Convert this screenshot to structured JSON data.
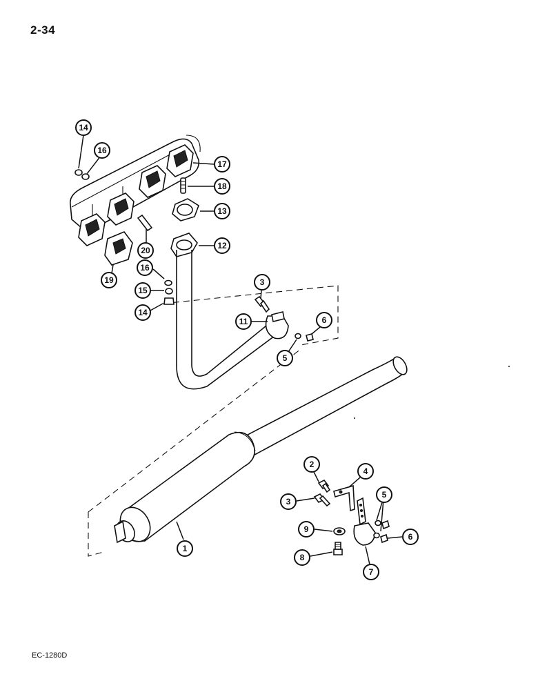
{
  "page_number": "2-34",
  "doc_code": "EC-1280D",
  "callouts": [
    {
      "id": "c14a",
      "label": "14"
    },
    {
      "id": "c16a",
      "label": "16"
    },
    {
      "id": "c17",
      "label": "17"
    },
    {
      "id": "c18",
      "label": "18"
    },
    {
      "id": "c13",
      "label": "13"
    },
    {
      "id": "c12",
      "label": "12"
    },
    {
      "id": "c20",
      "label": "20"
    },
    {
      "id": "c19",
      "label": "19"
    },
    {
      "id": "c16b",
      "label": "16"
    },
    {
      "id": "c15",
      "label": "15"
    },
    {
      "id": "c14b",
      "label": "14"
    },
    {
      "id": "c3a",
      "label": "3"
    },
    {
      "id": "c11",
      "label": "11"
    },
    {
      "id": "c6a",
      "label": "6"
    },
    {
      "id": "c5a",
      "label": "5"
    },
    {
      "id": "c2",
      "label": "2"
    },
    {
      "id": "c4",
      "label": "4"
    },
    {
      "id": "c3b",
      "label": "3"
    },
    {
      "id": "c5b",
      "label": "5"
    },
    {
      "id": "c9",
      "label": "9"
    },
    {
      "id": "c6b",
      "label": "6"
    },
    {
      "id": "c8",
      "label": "8"
    },
    {
      "id": "c7",
      "label": "7"
    },
    {
      "id": "c1",
      "label": "1"
    }
  ]
}
